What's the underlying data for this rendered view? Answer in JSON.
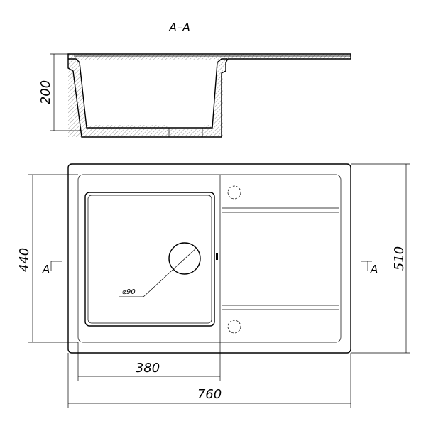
{
  "section_title": "A–A",
  "dimensions": {
    "depth": "200",
    "inner_length": "440",
    "outer_length": "510",
    "bowl_width": "380",
    "overall_width": "760",
    "drain": "⌀90"
  },
  "section_markers": {
    "left": "A",
    "right": "A"
  }
}
